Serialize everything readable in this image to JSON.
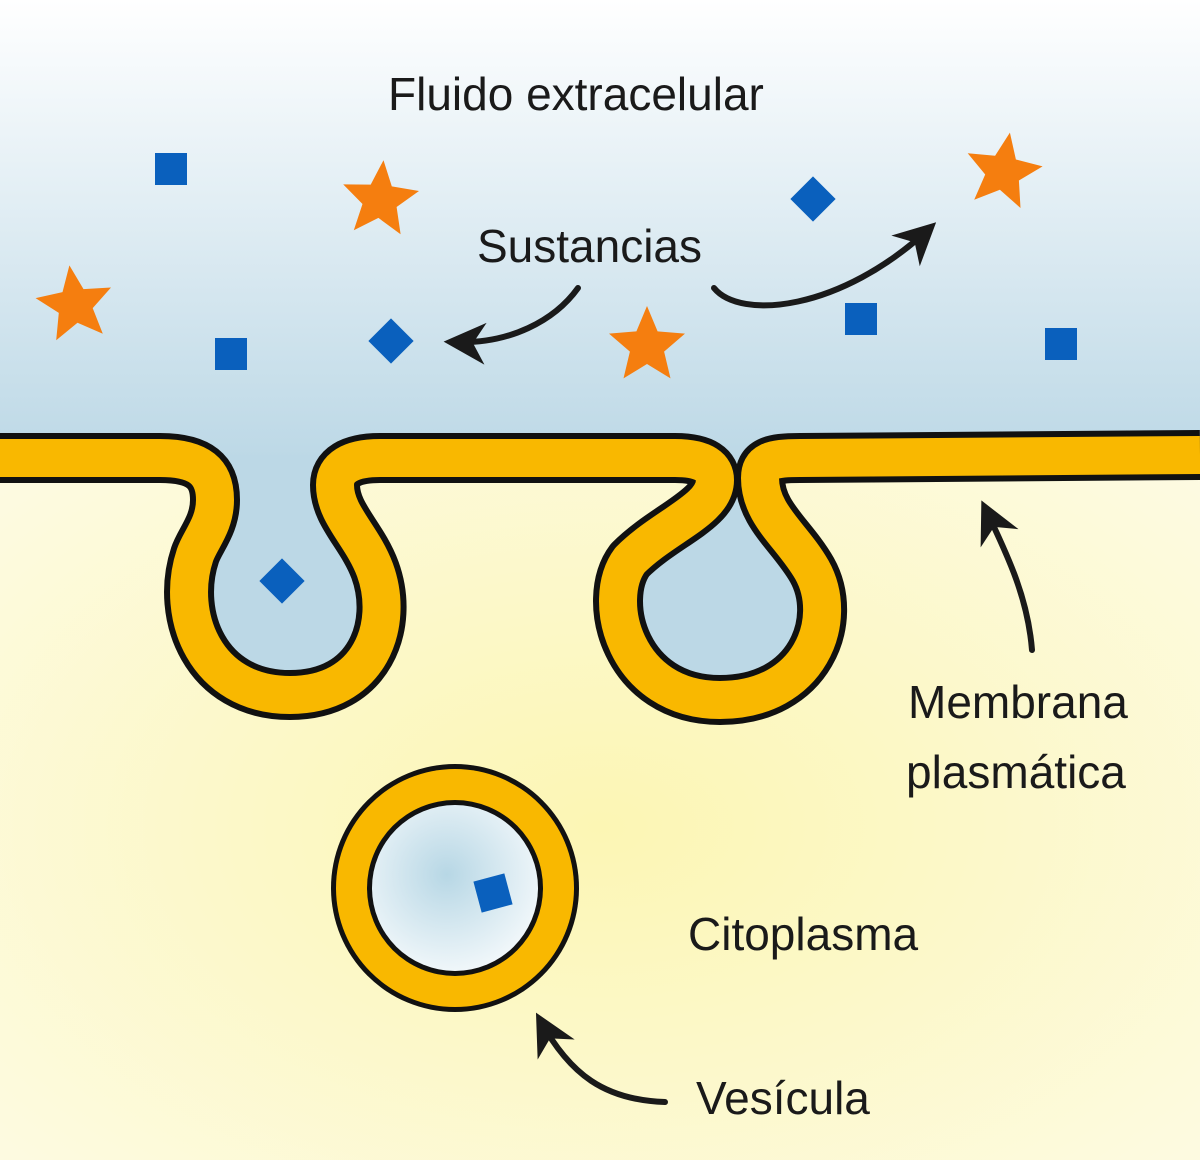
{
  "labels": {
    "extracellular_fluid": "Fluido extracelular",
    "substances": "Sustancias",
    "membrane_line1": "Membrana",
    "membrane_line2": "plasmática",
    "cytoplasm": "Citoplasma",
    "vesicle": "Vesícula"
  },
  "colors": {
    "extracellular_top": "#ffffff",
    "extracellular_bottom": "#bcd8e6",
    "cytoplasm": "#fcf7c8",
    "membrane": "#f9b800",
    "outline": "#111111",
    "square": "#0a60bd",
    "star": "#f57e0f"
  },
  "icons": {
    "square": "blue-square-icon",
    "star": "orange-star-icon"
  }
}
